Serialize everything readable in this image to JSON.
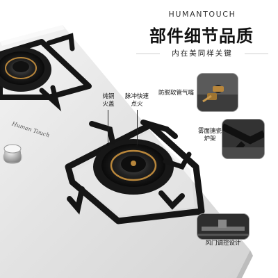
{
  "header": {
    "brand": "HUMANTOUCH",
    "title": "部件细节品质",
    "subtitle": "内在美同样关键"
  },
  "product_logo": "Human Touch",
  "callouts": {
    "copper_cap": "纯铜\n火盖",
    "pulse_ignition": "脉冲快速\n点火",
    "explosion_proof_hose": "防脱软管气嘴",
    "burner_frame": "雾面搪瓷\n炉架",
    "damper_design": "风门调控设计"
  },
  "colors": {
    "panel": "#ececec",
    "grate": "#151515",
    "accent_copper": "#b8863b"
  }
}
